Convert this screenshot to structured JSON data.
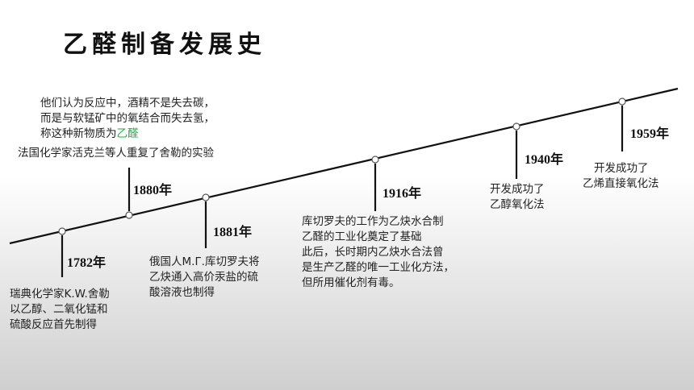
{
  "title": "乙醛制备发展史",
  "events": [
    {
      "year": "1782年",
      "lines": [
        "瑞典化学家K.W.舍勒",
        "以乙醇、二氧化锰和",
        "硫酸反应首先制得"
      ]
    },
    {
      "year": "1880年",
      "lines": [
        "他们认为反应中，酒精不是失去碳，",
        "而是与软锰矿中的氧结合而失去氢，",
        "称这种新物质为"
      ],
      "highlight": "乙醛",
      "extra": "法国化学家活克兰等人重复了舍勒的实验"
    },
    {
      "year": "1881年",
      "lines": [
        "俄国人M.Г.库切罗夫将",
        "乙炔通入高价汞盐的硫",
        "酸溶液也制得"
      ]
    },
    {
      "year": "1916年",
      "lines": [
        "库切罗夫的工作为乙炔水合制",
        "乙醛的工业化奠定了基础",
        "此后，长时期内乙炔水合法曾",
        "是生产乙醛的唯一工业化方法，",
        "但所用催化剂有毒。"
      ]
    },
    {
      "year": "1940年",
      "lines": [
        "开发成功了",
        "乙醇氧化法"
      ]
    },
    {
      "year": "1959年",
      "lines": [
        "开发成功了",
        "乙烯直接氧化法"
      ]
    }
  ],
  "colors": {
    "line": "#111111",
    "highlight": "#2aa84a",
    "text": "#222222"
  }
}
